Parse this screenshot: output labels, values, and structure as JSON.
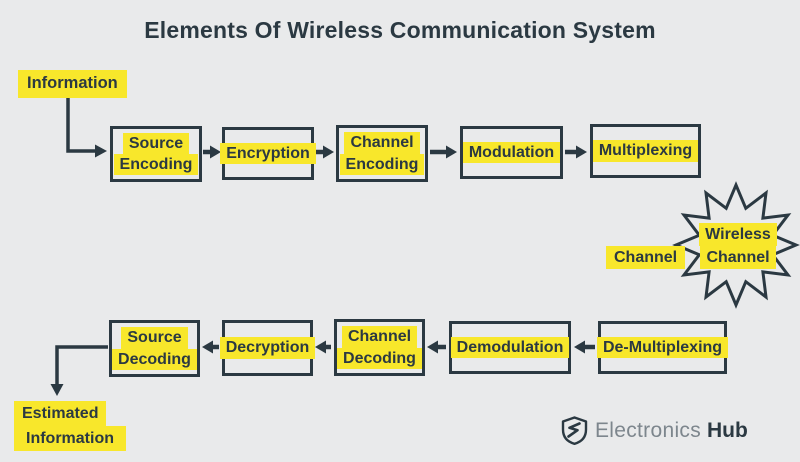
{
  "title": "Elements Of Wireless Communication System",
  "colors": {
    "background": "#e9eaeb",
    "ink": "#2b3942",
    "highlight": "#f8e72b",
    "logo_text_light": "#7d868d"
  },
  "diagram": {
    "source_label": "Information",
    "transmit_chain": [
      {
        "lines": [
          "Source",
          "Encoding"
        ]
      },
      {
        "lines": [
          "Encryption"
        ]
      },
      {
        "lines": [
          "Channel",
          "Encoding"
        ]
      },
      {
        "lines": [
          "Modulation"
        ]
      },
      {
        "lines": [
          "Multiplexing"
        ]
      }
    ],
    "channel_label": "Channel",
    "wireless_channel": {
      "lines": [
        "Wireless",
        "Channel"
      ]
    },
    "receive_chain": [
      {
        "lines": [
          "De-Multiplexing"
        ]
      },
      {
        "lines": [
          "Demodulation"
        ]
      },
      {
        "lines": [
          "Channel",
          "Decoding"
        ]
      },
      {
        "lines": [
          "Decryption"
        ]
      },
      {
        "lines": [
          "Source",
          "Decoding"
        ]
      }
    ],
    "output_label": {
      "lines": [
        "Estimated",
        "Information"
      ]
    }
  },
  "logo": {
    "icon": "shield-bolt-icon",
    "name_light": "Electronics",
    "name_bold": "Hub"
  }
}
